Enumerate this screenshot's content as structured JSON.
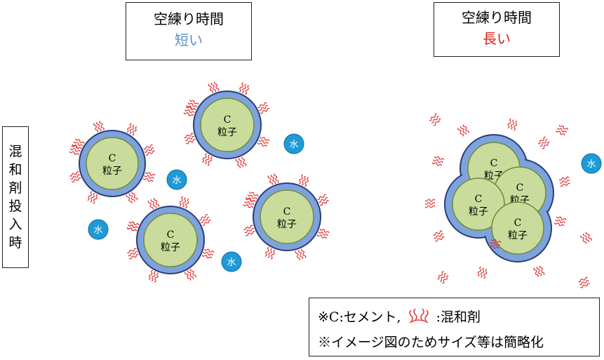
{
  "left_header": {
    "title": "空練り時間",
    "value": "短い",
    "value_color": "#5b8fc8"
  },
  "right_header": {
    "title": "空練り時間",
    "value": "長い",
    "value_color": "#e02020"
  },
  "side_label": "混和剤投入時",
  "particle_label_top": "C",
  "particle_label_bottom": "粒子",
  "water_label": "水",
  "legend": {
    "line1_prefix": "※C:セメント,",
    "line1_suffix": ":混和剤",
    "line2": "※イメージ図のためサイズ等は簡略化"
  },
  "colors": {
    "particle_fill": "#c9dc9c",
    "particle_stroke": "#6e8a3a",
    "coating_fill": "#7ea3dc",
    "coating_stroke": "#2b3d7a",
    "water_fill": "#1e9ad6",
    "admixture": "#e02020"
  }
}
